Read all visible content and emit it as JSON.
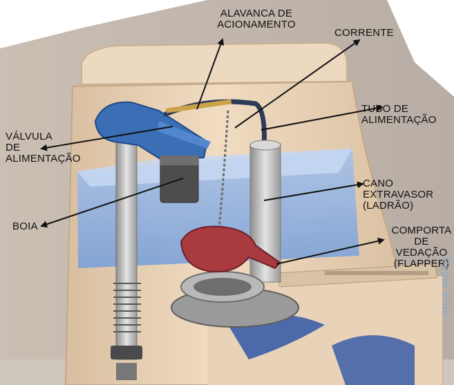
{
  "diagram": {
    "labels": {
      "alavanca": "ALAVANCA DE\nACIONAMENTO",
      "corrente": "CORRENTE",
      "tubo": "TUBO DE\nALIMENTAÇÃO",
      "valvula": "VÁLVULA\nDE\nALIMENTAÇÃO",
      "cano": "CANO\nEXTRAVASOR\n(LADRÃO)",
      "boia": "BOIA",
      "comporta": "COMPORTA\nDE\nVEDAÇÃO\n(FLAPPER)"
    },
    "watermark": "Domo Pulo"
  },
  "colors": {
    "tank": "#ecd5b8",
    "water": "#8fb0e0",
    "fill_valve": "#3a6fb5",
    "flapper": "#a83a40",
    "pipe": "#c8c8c8"
  }
}
